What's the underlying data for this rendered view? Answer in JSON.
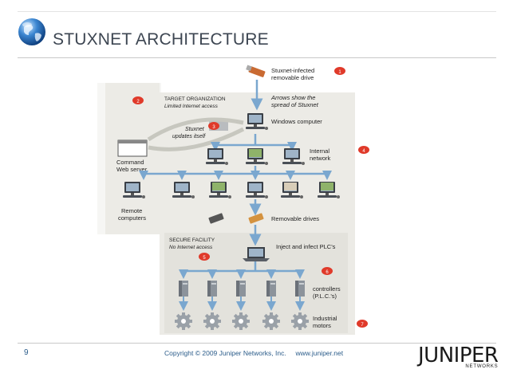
{
  "slide": {
    "title": "STUXNET ARCHITECTURE",
    "page_number": "9",
    "copyright": "Copyright © 2009 Juniper Networks, Inc.     www.juniper.net",
    "logo_text": "JUNIPER",
    "logo_subtext": "NETWORKS"
  },
  "diagram": {
    "usb_label_1": "Stuxnet-infected",
    "usb_label_2": "removable drive",
    "badge_1": "1",
    "target_org_1": "TARGET ORGANIZATION",
    "target_org_2": "Limited Internet access",
    "badge_2": "2",
    "arrows_note_1": "Arrows show the",
    "arrows_note_2": "spread of Stuxnet",
    "windows_label": "Windows computer",
    "badge_3": "3",
    "updates_1": "Stuxnet",
    "updates_2": "updates itself",
    "internal_1": "Internal",
    "internal_2": "network",
    "badge_4": "4",
    "cmd_1": "Command",
    "cmd_2": "Web server",
    "remote_1": "Remote",
    "remote_2": "computers",
    "removable_drives": "Removable drives",
    "secure_1": "SECURE FACILITY",
    "secure_2": "No Internet access",
    "badge_5": "5",
    "inject_label": "Inject and infect PLC's",
    "badge_6": "6",
    "controllers_1": "controllers",
    "controllers_2": "(P.L.C.'s)",
    "badge_7": "7",
    "motors_1": "Industrial",
    "motors_2": "motors"
  },
  "colors": {
    "background_panel": "#ecebe6",
    "arrow_blue": "#7aa7cf",
    "badge_red": "#e03a2a",
    "title_gray": "#3d4652",
    "footer_blue": "#2b5c8a"
  }
}
